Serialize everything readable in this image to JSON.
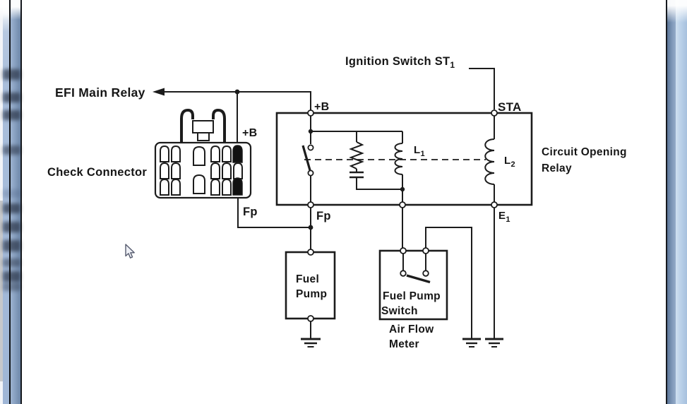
{
  "colors": {
    "ink": "#1c1c1c",
    "paper": "#ffffff",
    "chrome_edge_dark": "#14171c",
    "chrome_blue_mid": "#7e97b8",
    "chrome_blue_light": "#b8cfe8"
  },
  "diagram": {
    "efi_main_relay": "EFI Main Relay",
    "check_connector": "Check Connector",
    "ignition_switch": "Ignition Switch ST",
    "ignition_switch_sub": "1",
    "connector_plus_b": "+B",
    "connector_fp": "Fp",
    "relay_plus_b": "+B",
    "relay_sta": "STA",
    "relay_fp": "Fp",
    "relay_e": "E",
    "relay_e_sub": "1",
    "coil_l1": "L",
    "coil_l1_sub": "1",
    "coil_l2": "L",
    "coil_l2_sub": "2",
    "circuit_opening_relay": [
      "Circuit Opening",
      "Relay"
    ],
    "fuel_pump": [
      "Fuel",
      "Pump"
    ],
    "fuel_pump_switch": [
      "Fuel Pump",
      "Switch"
    ],
    "air_flow_meter": [
      "Air Flow",
      "Meter"
    ]
  },
  "cursor": {
    "type": "arrow-pointer"
  }
}
